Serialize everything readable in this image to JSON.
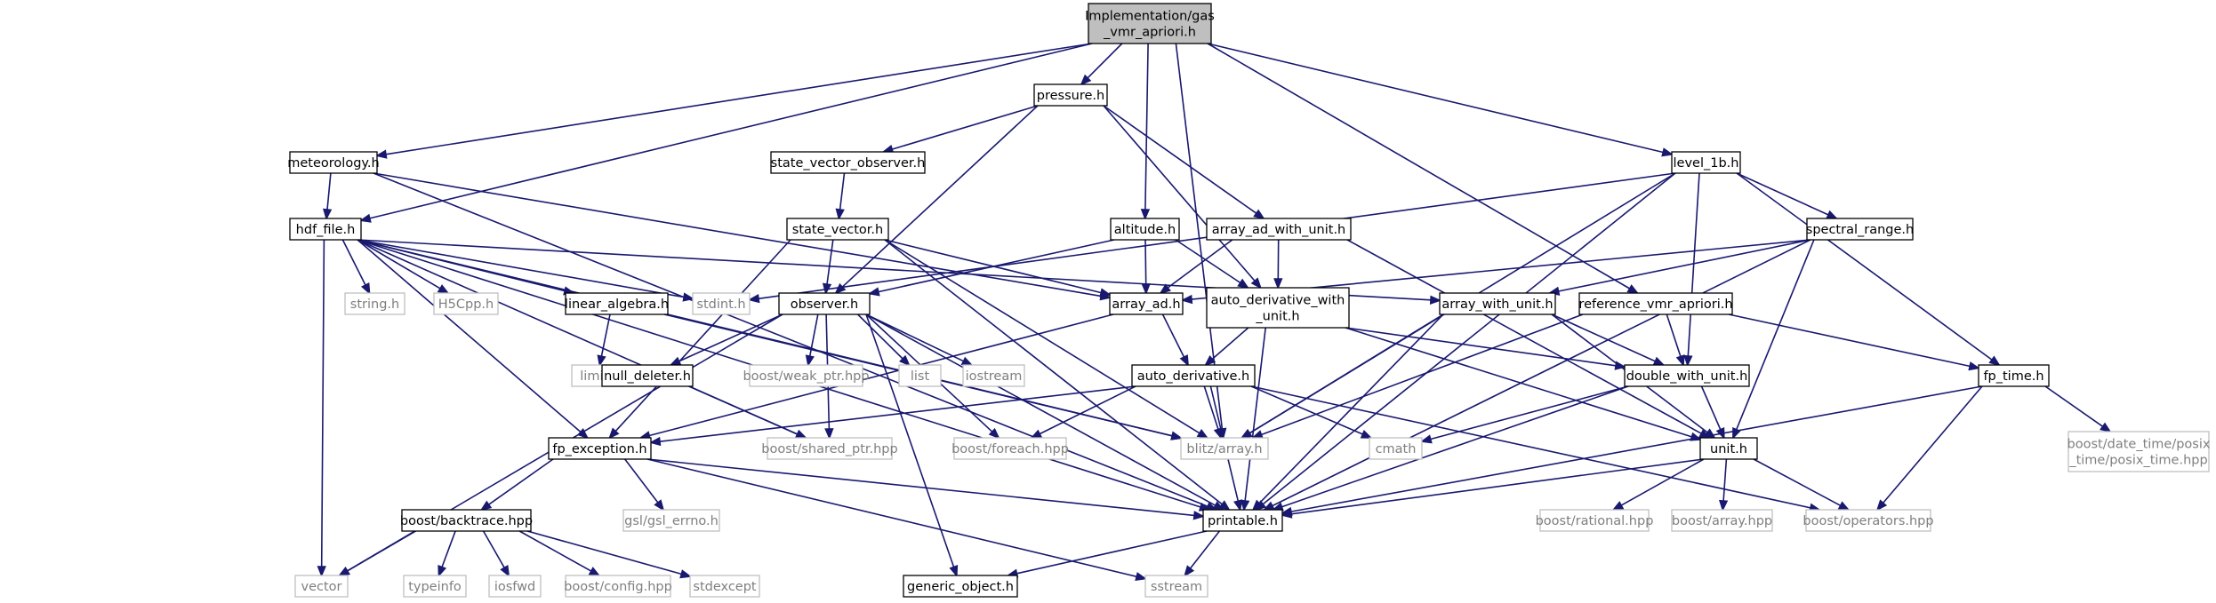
{
  "colors": {
    "edge": "#191970",
    "node_border": "#000000",
    "external_border": "#bfbfbf",
    "external_text": "#7f7f7f",
    "root_fill": "#bfbfbf",
    "node_fill": "#ffffff",
    "text": "#000000"
  },
  "nodes": [
    {
      "id": "root",
      "kind": "root",
      "lines": [
        "Implementation/gas",
        "_vmr_apriori.h"
      ]
    },
    {
      "id": "pressure",
      "kind": "file",
      "lines": [
        "pressure.h"
      ]
    },
    {
      "id": "meteorology",
      "kind": "file",
      "lines": [
        "meteorology.h"
      ]
    },
    {
      "id": "state_vector_observer",
      "kind": "file",
      "lines": [
        "state_vector_observer.h"
      ]
    },
    {
      "id": "level_1b",
      "kind": "file",
      "lines": [
        "level_1b.h"
      ]
    },
    {
      "id": "hdf_file",
      "kind": "file",
      "lines": [
        "hdf_file.h"
      ]
    },
    {
      "id": "state_vector",
      "kind": "file",
      "lines": [
        "state_vector.h"
      ]
    },
    {
      "id": "altitude",
      "kind": "file",
      "lines": [
        "altitude.h"
      ]
    },
    {
      "id": "array_ad_with_unit",
      "kind": "file",
      "lines": [
        "array_ad_with_unit.h"
      ]
    },
    {
      "id": "spectral_range",
      "kind": "file",
      "lines": [
        "spectral_range.h"
      ]
    },
    {
      "id": "string",
      "kind": "ext",
      "lines": [
        "string.h"
      ]
    },
    {
      "id": "h5cpp",
      "kind": "ext",
      "lines": [
        "H5Cpp.h"
      ]
    },
    {
      "id": "linear_algebra",
      "kind": "file",
      "lines": [
        "linear_algebra.h"
      ]
    },
    {
      "id": "stdint",
      "kind": "ext",
      "lines": [
        "stdint.h"
      ]
    },
    {
      "id": "observer",
      "kind": "file",
      "lines": [
        "observer.h"
      ]
    },
    {
      "id": "array_ad",
      "kind": "file",
      "lines": [
        "array_ad.h"
      ]
    },
    {
      "id": "auto_derivative_with_unit",
      "kind": "file",
      "lines": [
        "auto_derivative_with",
        "_unit.h"
      ]
    },
    {
      "id": "array_with_unit",
      "kind": "file",
      "lines": [
        "array_with_unit.h"
      ]
    },
    {
      "id": "reference_vmr_apriori",
      "kind": "file",
      "lines": [
        "reference_vmr_apriori.h"
      ]
    },
    {
      "id": "limits",
      "kind": "ext",
      "lines": [
        "limits"
      ]
    },
    {
      "id": "boost_weak_ptr",
      "kind": "ext",
      "lines": [
        "boost/weak_ptr.hpp"
      ]
    },
    {
      "id": "list",
      "kind": "ext",
      "lines": [
        "list"
      ]
    },
    {
      "id": "iostream",
      "kind": "ext",
      "lines": [
        "iostream"
      ]
    },
    {
      "id": "null_deleter",
      "kind": "file",
      "lines": [
        "null_deleter.h"
      ]
    },
    {
      "id": "auto_derivative",
      "kind": "file",
      "lines": [
        "auto_derivative.h"
      ]
    },
    {
      "id": "double_with_unit",
      "kind": "file",
      "lines": [
        "double_with_unit.h"
      ]
    },
    {
      "id": "fp_time",
      "kind": "file",
      "lines": [
        "fp_time.h"
      ]
    },
    {
      "id": "fp_exception",
      "kind": "file",
      "lines": [
        "fp_exception.h"
      ]
    },
    {
      "id": "boost_shared_ptr",
      "kind": "ext",
      "lines": [
        "boost/shared_ptr.hpp"
      ]
    },
    {
      "id": "boost_foreach",
      "kind": "ext",
      "lines": [
        "boost/foreach.hpp"
      ]
    },
    {
      "id": "blitz_array",
      "kind": "ext",
      "lines": [
        "blitz/array.h"
      ]
    },
    {
      "id": "cmath",
      "kind": "ext",
      "lines": [
        "cmath"
      ]
    },
    {
      "id": "unit",
      "kind": "file",
      "lines": [
        "unit.h"
      ]
    },
    {
      "id": "boost_posix_time",
      "kind": "ext",
      "lines": [
        "boost/date_time/posix",
        "_time/posix_time.hpp"
      ]
    },
    {
      "id": "boost_backtrace",
      "kind": "file",
      "lines": [
        "boost/backtrace.hpp"
      ]
    },
    {
      "id": "gsl_errno",
      "kind": "ext",
      "lines": [
        "gsl/gsl_errno.h"
      ]
    },
    {
      "id": "printable",
      "kind": "file",
      "lines": [
        "printable.h"
      ]
    },
    {
      "id": "boost_rational",
      "kind": "ext",
      "lines": [
        "boost/rational.hpp"
      ]
    },
    {
      "id": "boost_array",
      "kind": "ext",
      "lines": [
        "boost/array.hpp"
      ]
    },
    {
      "id": "boost_operators",
      "kind": "ext",
      "lines": [
        "boost/operators.hpp"
      ]
    },
    {
      "id": "vector",
      "kind": "ext",
      "lines": [
        "vector"
      ]
    },
    {
      "id": "typeinfo",
      "kind": "ext",
      "lines": [
        "typeinfo"
      ]
    },
    {
      "id": "iosfwd",
      "kind": "ext",
      "lines": [
        "iosfwd"
      ]
    },
    {
      "id": "boost_config",
      "kind": "ext",
      "lines": [
        "boost/config.hpp"
      ]
    },
    {
      "id": "stdexcept",
      "kind": "ext",
      "lines": [
        "stdexcept"
      ]
    },
    {
      "id": "generic_object",
      "kind": "file",
      "lines": [
        "generic_object.h"
      ]
    },
    {
      "id": "sstream",
      "kind": "ext",
      "lines": [
        "sstream"
      ]
    }
  ],
  "edges": [
    [
      "root",
      "pressure"
    ],
    [
      "root",
      "meteorology"
    ],
    [
      "root",
      "hdf_file"
    ],
    [
      "root",
      "altitude"
    ],
    [
      "root",
      "blitz_array"
    ],
    [
      "root",
      "level_1b"
    ],
    [
      "root",
      "reference_vmr_apriori"
    ],
    [
      "pressure",
      "state_vector_observer"
    ],
    [
      "pressure",
      "observer"
    ],
    [
      "pressure",
      "array_ad_with_unit"
    ],
    [
      "pressure",
      "auto_derivative_with_unit"
    ],
    [
      "meteorology",
      "hdf_file"
    ],
    [
      "meteorology",
      "array_ad"
    ],
    [
      "meteorology",
      "printable"
    ],
    [
      "state_vector_observer",
      "state_vector"
    ],
    [
      "level_1b",
      "stdint"
    ],
    [
      "level_1b",
      "spectral_range"
    ],
    [
      "level_1b",
      "blitz_array"
    ],
    [
      "level_1b",
      "double_with_unit"
    ],
    [
      "level_1b",
      "fp_time"
    ],
    [
      "level_1b",
      "printable"
    ],
    [
      "hdf_file",
      "string"
    ],
    [
      "hdf_file",
      "h5cpp"
    ],
    [
      "hdf_file",
      "linear_algebra"
    ],
    [
      "hdf_file",
      "stdint"
    ],
    [
      "hdf_file",
      "array_with_unit"
    ],
    [
      "hdf_file",
      "blitz_array"
    ],
    [
      "hdf_file",
      "fp_exception"
    ],
    [
      "hdf_file",
      "boost_shared_ptr"
    ],
    [
      "hdf_file",
      "vector"
    ],
    [
      "hdf_file",
      "printable"
    ],
    [
      "state_vector",
      "observer"
    ],
    [
      "state_vector",
      "array_ad"
    ],
    [
      "state_vector",
      "blitz_array"
    ],
    [
      "state_vector",
      "fp_exception"
    ],
    [
      "state_vector",
      "printable"
    ],
    [
      "altitude",
      "observer"
    ],
    [
      "altitude",
      "array_ad"
    ],
    [
      "altitude",
      "auto_derivative_with_unit"
    ],
    [
      "array_ad_with_unit",
      "array_ad"
    ],
    [
      "array_ad_with_unit",
      "auto_derivative_with_unit"
    ],
    [
      "array_ad_with_unit",
      "unit"
    ],
    [
      "spectral_range",
      "array_ad"
    ],
    [
      "spectral_range",
      "array_with_unit"
    ],
    [
      "spectral_range",
      "unit"
    ],
    [
      "spectral_range",
      "printable"
    ],
    [
      "linear_algebra",
      "limits"
    ],
    [
      "linear_algebra",
      "blitz_array"
    ],
    [
      "observer",
      "null_deleter"
    ],
    [
      "observer",
      "boost_weak_ptr"
    ],
    [
      "observer",
      "list"
    ],
    [
      "observer",
      "iostream"
    ],
    [
      "observer",
      "boost_shared_ptr"
    ],
    [
      "observer",
      "boost_foreach"
    ],
    [
      "observer",
      "vector"
    ],
    [
      "observer",
      "generic_object"
    ],
    [
      "observer",
      "printable"
    ],
    [
      "array_ad",
      "auto_derivative"
    ],
    [
      "array_ad",
      "fp_exception"
    ],
    [
      "auto_derivative_with_unit",
      "auto_derivative"
    ],
    [
      "auto_derivative_with_unit",
      "double_with_unit"
    ],
    [
      "auto_derivative_with_unit",
      "unit"
    ],
    [
      "auto_derivative_with_unit",
      "printable"
    ],
    [
      "array_with_unit",
      "double_with_unit"
    ],
    [
      "array_with_unit",
      "blitz_array"
    ],
    [
      "array_with_unit",
      "unit"
    ],
    [
      "array_with_unit",
      "printable"
    ],
    [
      "reference_vmr_apriori",
      "double_with_unit"
    ],
    [
      "reference_vmr_apriori",
      "blitz_array"
    ],
    [
      "reference_vmr_apriori",
      "fp_time"
    ],
    [
      "null_deleter",
      "boost_shared_ptr"
    ],
    [
      "auto_derivative",
      "fp_exception"
    ],
    [
      "auto_derivative",
      "boost_foreach"
    ],
    [
      "auto_derivative",
      "blitz_array"
    ],
    [
      "auto_derivative",
      "cmath"
    ],
    [
      "auto_derivative",
      "printable"
    ],
    [
      "auto_derivative",
      "boost_operators"
    ],
    [
      "double_with_unit",
      "unit"
    ],
    [
      "double_with_unit",
      "cmath"
    ],
    [
      "double_with_unit",
      "printable"
    ],
    [
      "fp_time",
      "boost_posix_time"
    ],
    [
      "fp_time",
      "printable"
    ],
    [
      "fp_time",
      "boost_operators"
    ],
    [
      "fp_exception",
      "boost_backtrace"
    ],
    [
      "fp_exception",
      "gsl_errno"
    ],
    [
      "fp_exception",
      "printable"
    ],
    [
      "fp_exception",
      "sstream"
    ],
    [
      "unit",
      "boost_rational"
    ],
    [
      "unit",
      "boost_array"
    ],
    [
      "unit",
      "boost_operators"
    ],
    [
      "unit",
      "printable"
    ],
    [
      "boost_backtrace",
      "vector"
    ],
    [
      "boost_backtrace",
      "typeinfo"
    ],
    [
      "boost_backtrace",
      "iosfwd"
    ],
    [
      "boost_backtrace",
      "boost_config"
    ],
    [
      "boost_backtrace",
      "stdexcept"
    ],
    [
      "printable",
      "generic_object"
    ],
    [
      "printable",
      "sstream"
    ]
  ]
}
